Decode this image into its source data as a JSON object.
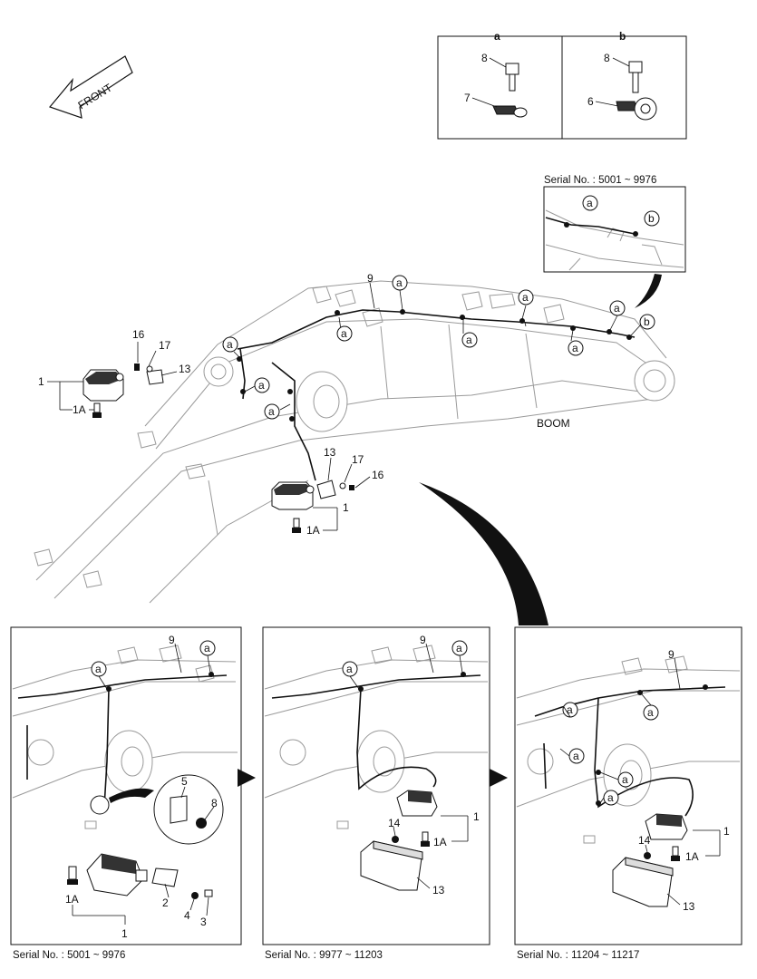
{
  "front_arrow": {
    "label": "FRONT"
  },
  "detail_box": {
    "header_a": "a",
    "header_b": "b",
    "a_labels": [
      "8",
      "7"
    ],
    "b_labels": [
      "8",
      "6"
    ]
  },
  "inset_top": {
    "serial": "Serial No. : 5001 ~ 9976",
    "callouts": [
      "a",
      "b"
    ]
  },
  "main": {
    "boom_label": "BOOM",
    "harness_label": "9",
    "callout_a": "a",
    "callout_b": "b",
    "left_lamp": {
      "part": "1",
      "bulb": "1A",
      "bolt": "16",
      "washer": "17",
      "bracket": "13"
    },
    "right_lamp": {
      "part": "1",
      "bulb": "1A",
      "bolt": "16",
      "washer": "17",
      "bracket": "13"
    }
  },
  "panels": [
    {
      "serial": "Serial No. : 5001 ~ 9976",
      "labels": {
        "harness": "9",
        "callout": "a",
        "p5": "5",
        "p8": "8",
        "p2": "2",
        "p4": "4",
        "p3": "3",
        "p1": "1",
        "p1a": "1A"
      }
    },
    {
      "serial": "Serial No. : 9977 ~ 11203",
      "labels": {
        "harness": "9",
        "callout": "a",
        "p14": "14",
        "p1": "1",
        "p1a": "1A",
        "p13": "13"
      }
    },
    {
      "serial": "Serial No. : 11204 ~ 11217",
      "labels": {
        "harness": "9",
        "callout": "a",
        "p14": "14",
        "p1": "1",
        "p1a": "1A",
        "p13": "13"
      }
    }
  ]
}
